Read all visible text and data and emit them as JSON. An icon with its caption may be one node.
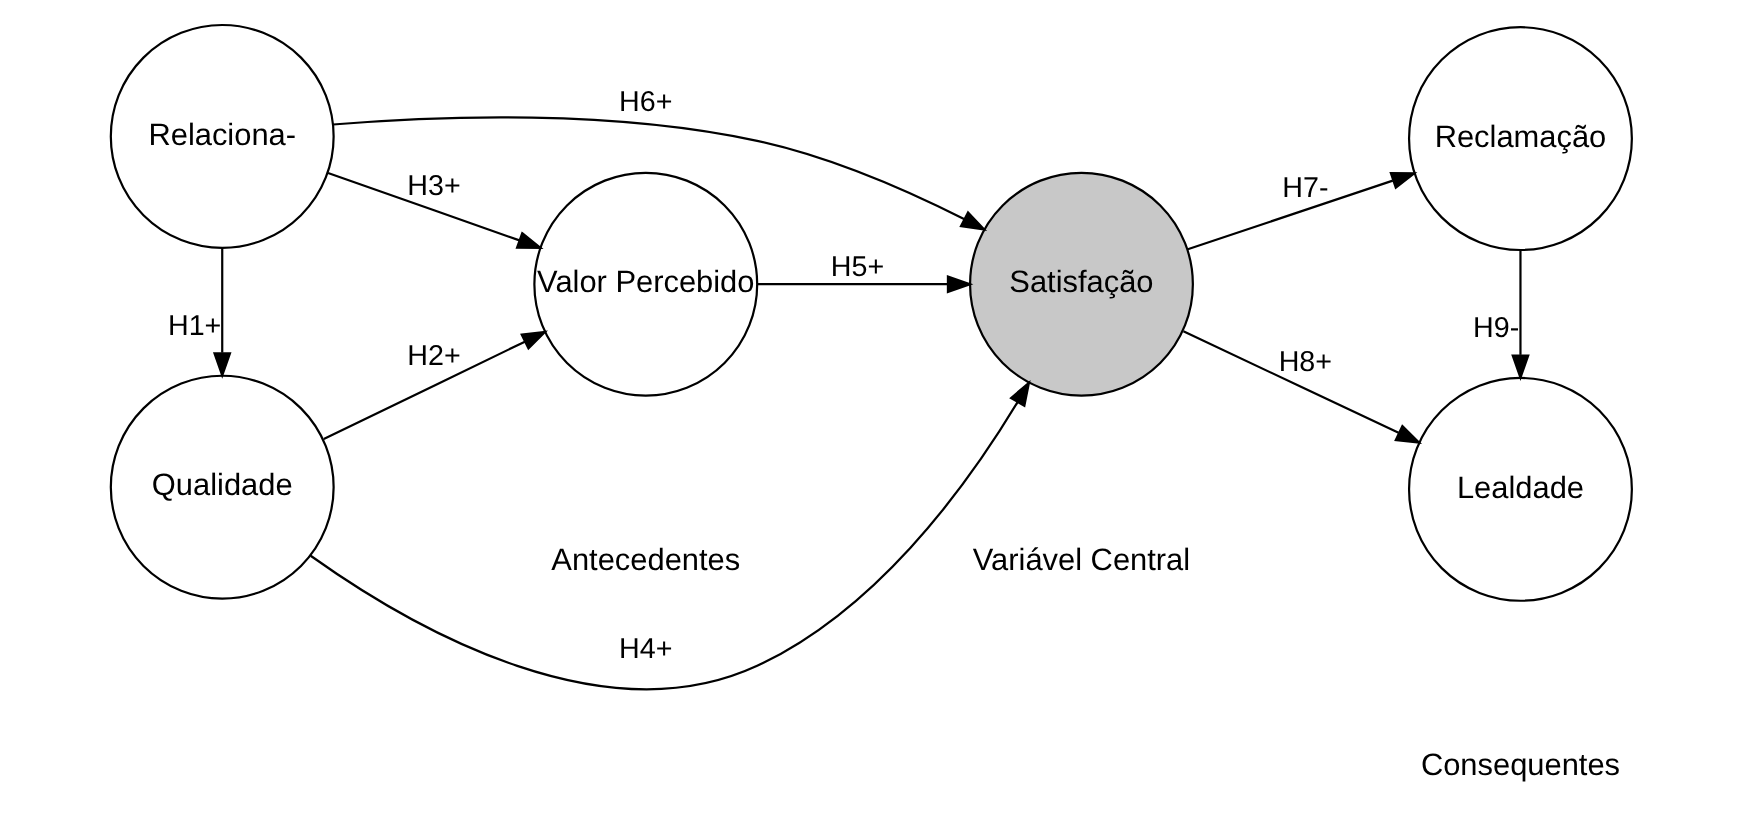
{
  "diagram": {
    "nodes": [
      {
        "text": [
          "Qualidade"
        ]
      },
      {
        "text": [
          "Valor Percebido"
        ]
      },
      {
        "text": [
          "Relaciona-"
        ]
      },
      {
        "text": [
          "Satisfação"
        ]
      },
      {
        "text": [
          "Reclamação"
        ]
      },
      {
        "text": [
          "Lealdade"
        ]
      }
    ],
    "edges": [
      {
        "from": 2,
        "to": 0,
        "arrow": "to",
        "label": "H1+"
      },
      {
        "from": 0,
        "to": 1,
        "arrow": "to",
        "label": "H2+"
      },
      {
        "from": 2,
        "to": 1,
        "arrow": "to",
        "label": "H3+"
      },
      {
        "from": 0,
        "to": 3,
        "arrow": "to",
        "label": "H4+"
      },
      {
        "from": 1,
        "to": 3,
        "arrow": "to",
        "label": "H5+"
      },
      {
        "from": 2,
        "to": 3,
        "arrow": "to",
        "label": "H6+"
      },
      {
        "from": 3,
        "to": 4,
        "arrow": "to",
        "label": "H7-"
      },
      {
        "from": 3,
        "to": 5,
        "arrow": "to",
        "label": "H8+"
      },
      {
        "from": 4,
        "to": 5,
        "arrow": "to",
        "label": "H9-"
      }
    ],
    "labels": [
      "Antecedentes",
      "Variável Central",
      "Consequentes"
    ]
  }
}
